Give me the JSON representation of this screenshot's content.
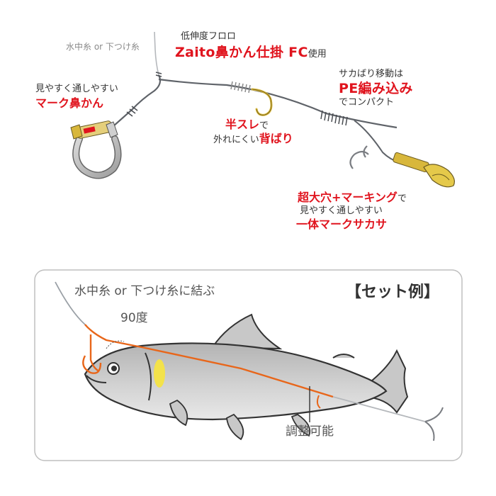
{
  "top": {
    "line_label": "水中糸 or 下つけ糸",
    "fc_small": "低伸度フロロ",
    "fc_product": "Zaito鼻かん仕掛 FC",
    "fc_suffix": "使用",
    "nose_small": "見やすく通しやすい",
    "nose_red": "マーク鼻かん",
    "pe_small": "サカばり移動は",
    "pe_red": "PE編み込み",
    "pe_small2": "でコンパクト",
    "half_red": "半スレ",
    "half_small": "で",
    "back_small": "外れにくい",
    "back_red": "背ばり",
    "hole_red": "超大穴+マーキング",
    "hole_small": "で",
    "hole_small2": "見やすく通しやすい",
    "hole_red2": "一体マークサカサ"
  },
  "bottom": {
    "tie_label": "水中糸 or 下つけ糸に結ぶ",
    "angle_label": "90度",
    "set_title": "【セット例】",
    "adjust_label": "調整可能"
  },
  "colors": {
    "red_text": "#e0141e",
    "line_gray": "#5f6369",
    "gold": "#d8b73b",
    "orange": "#e8661a",
    "fish_body": "#c9c9c9"
  }
}
